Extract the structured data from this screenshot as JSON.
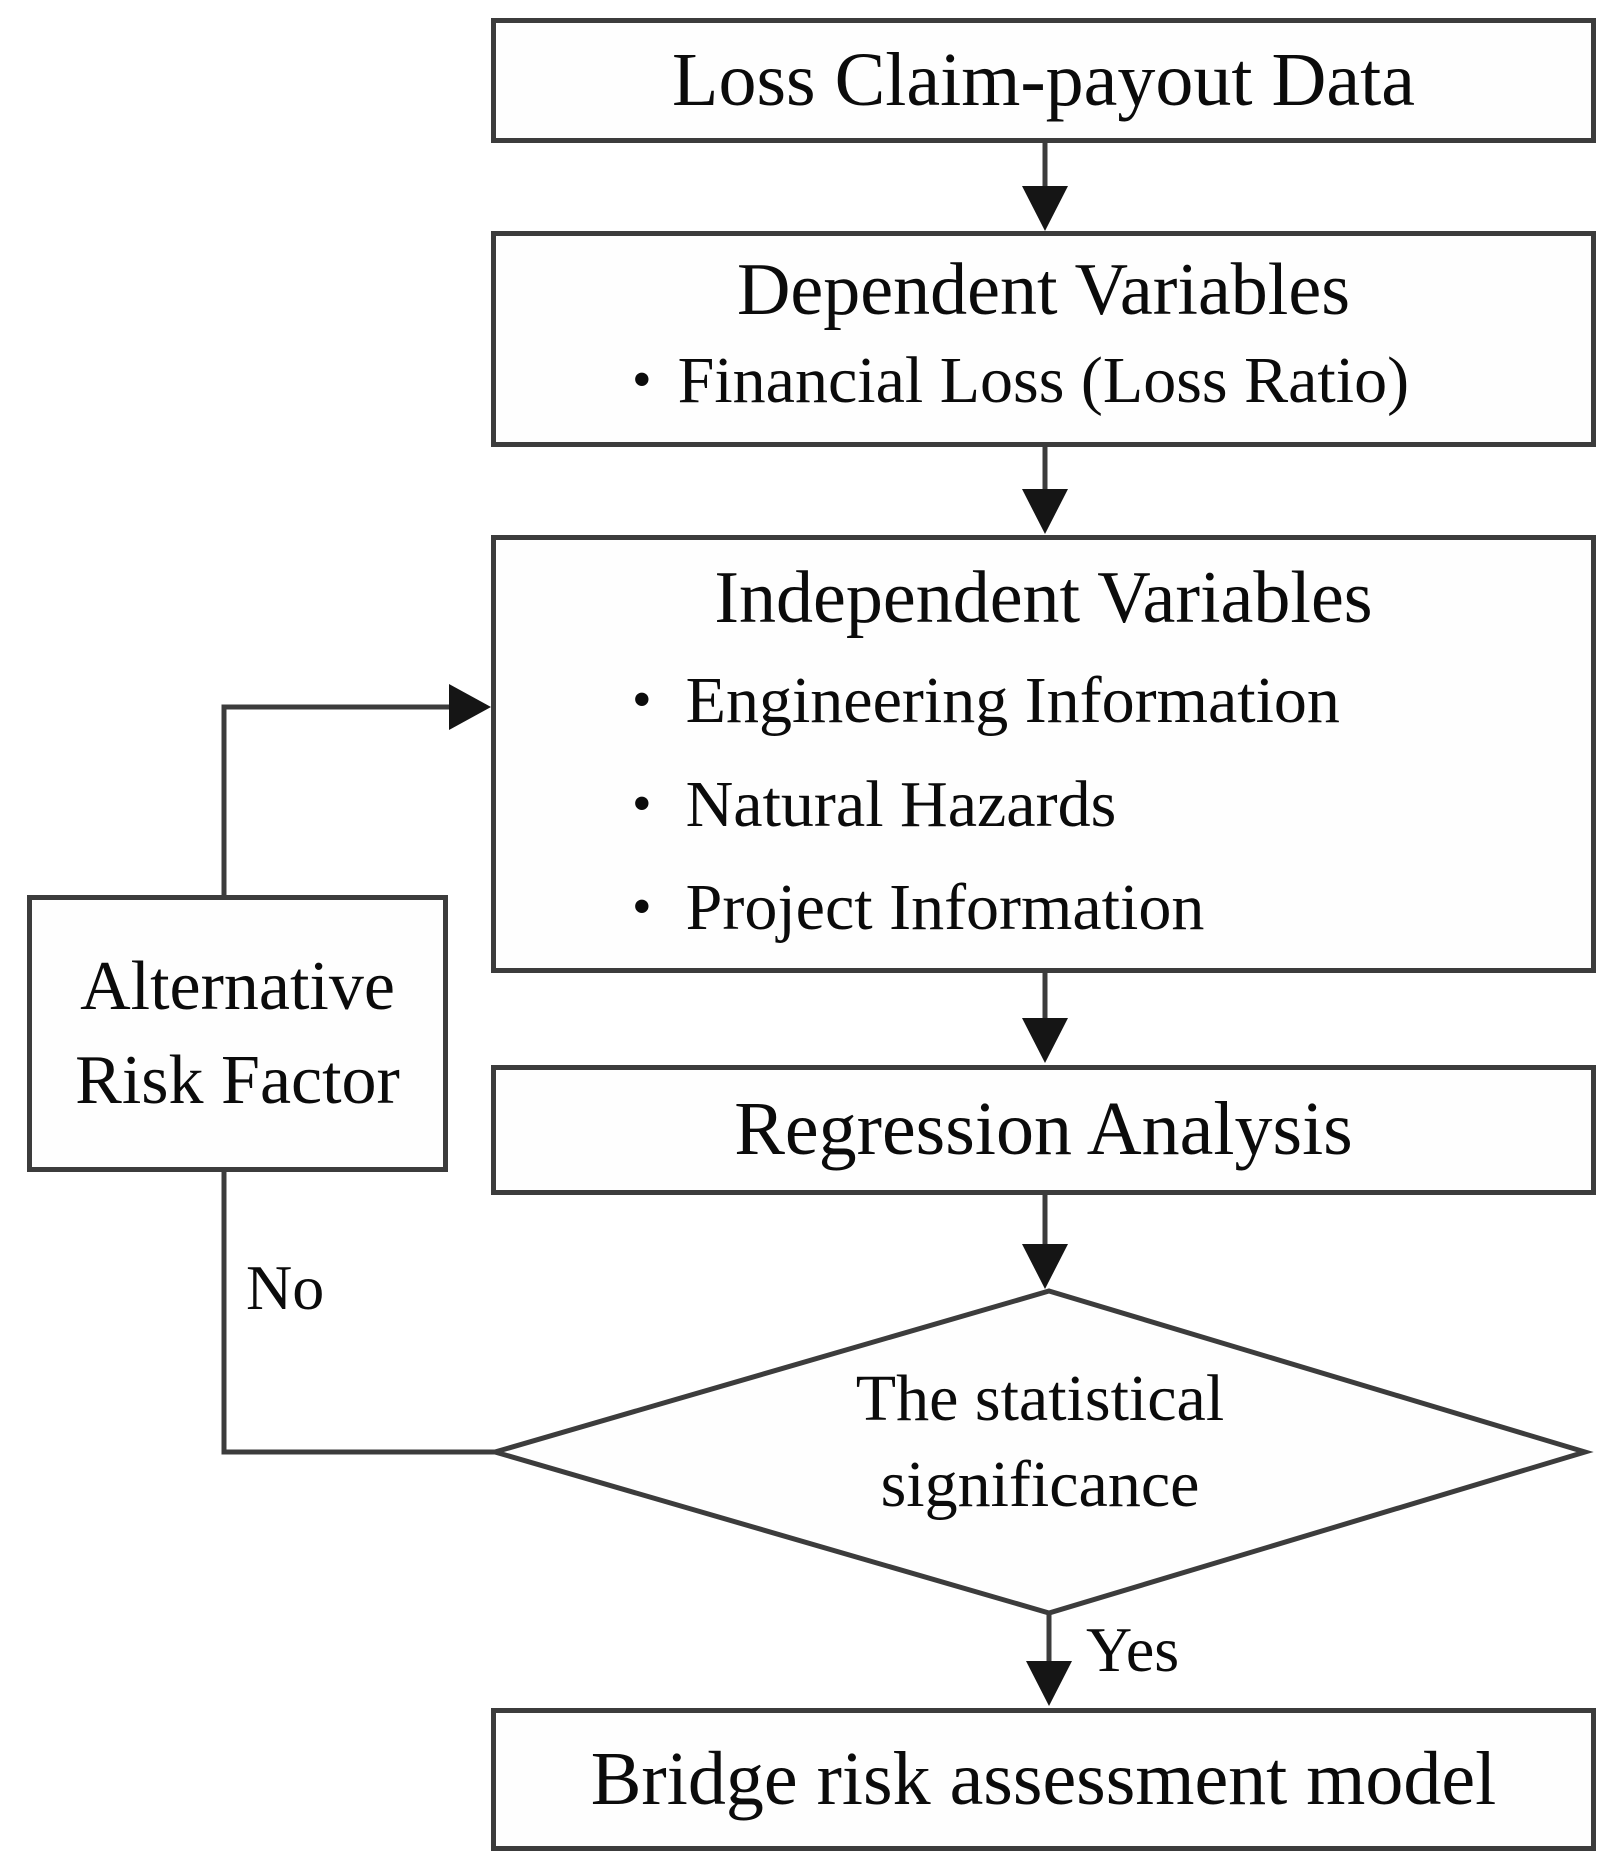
{
  "flowchart": {
    "bullet_char": "•",
    "nodes": {
      "loss_data": {
        "label": "Loss Claim-payout Data"
      },
      "dependent": {
        "title": "Dependent Variables",
        "bullets": [
          "Financial Loss (Loss Ratio)"
        ]
      },
      "independent": {
        "title": "Independent Variables",
        "bullets": [
          "Engineering Information",
          "Natural Hazards",
          "Project Information"
        ]
      },
      "regression": {
        "label": "Regression Analysis"
      },
      "decision": {
        "line1": "The statistical",
        "line2": "significance"
      },
      "alternative": {
        "line1": "Alternative",
        "line2": "Risk Factor"
      },
      "result": {
        "label": "Bridge risk assessment model"
      }
    },
    "edge_labels": {
      "no": "No",
      "yes": "Yes"
    },
    "colors": {
      "background": "#ffffff",
      "box_fill": "#fefefe",
      "box_border": "#3c3c3c",
      "line": "#3c3c3c",
      "arrow_fill": "#151515",
      "text": "#0b0b0b"
    }
  }
}
